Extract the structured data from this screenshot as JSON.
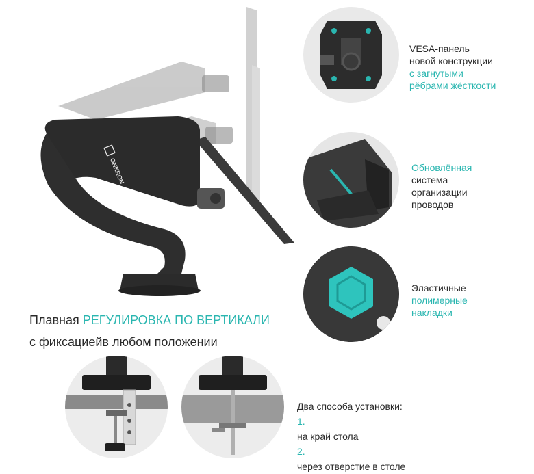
{
  "brand": "ONKRON",
  "headline": {
    "prefix": "Плавная ",
    "accent": "РЕГУЛИРОВКА ПО ВЕРТИКАЛИ",
    "line2": "с фиксациейв любом положении"
  },
  "features": [
    {
      "lines": [
        "VESA-панель",
        "новой конструкции"
      ],
      "accent_lines": [
        "с загнутыми",
        "рёбрами жёсткости"
      ]
    },
    {
      "accent_lines": [
        "Обновлённая"
      ],
      "lines": [
        "система",
        "организации",
        "проводов"
      ]
    },
    {
      "lines": [
        "Эластичные"
      ],
      "accent_lines": [
        "полимерные",
        "накладки"
      ]
    }
  ],
  "install": {
    "title": "Два способа установки:",
    "items": [
      {
        "num": "1.",
        "text": "на край стола"
      },
      {
        "num": "2.",
        "text": "через отверстие в столе"
      }
    ]
  },
  "colors": {
    "accent": "#2ab6b0",
    "arm": "#2b2b2b",
    "background": "#ffffff"
  }
}
